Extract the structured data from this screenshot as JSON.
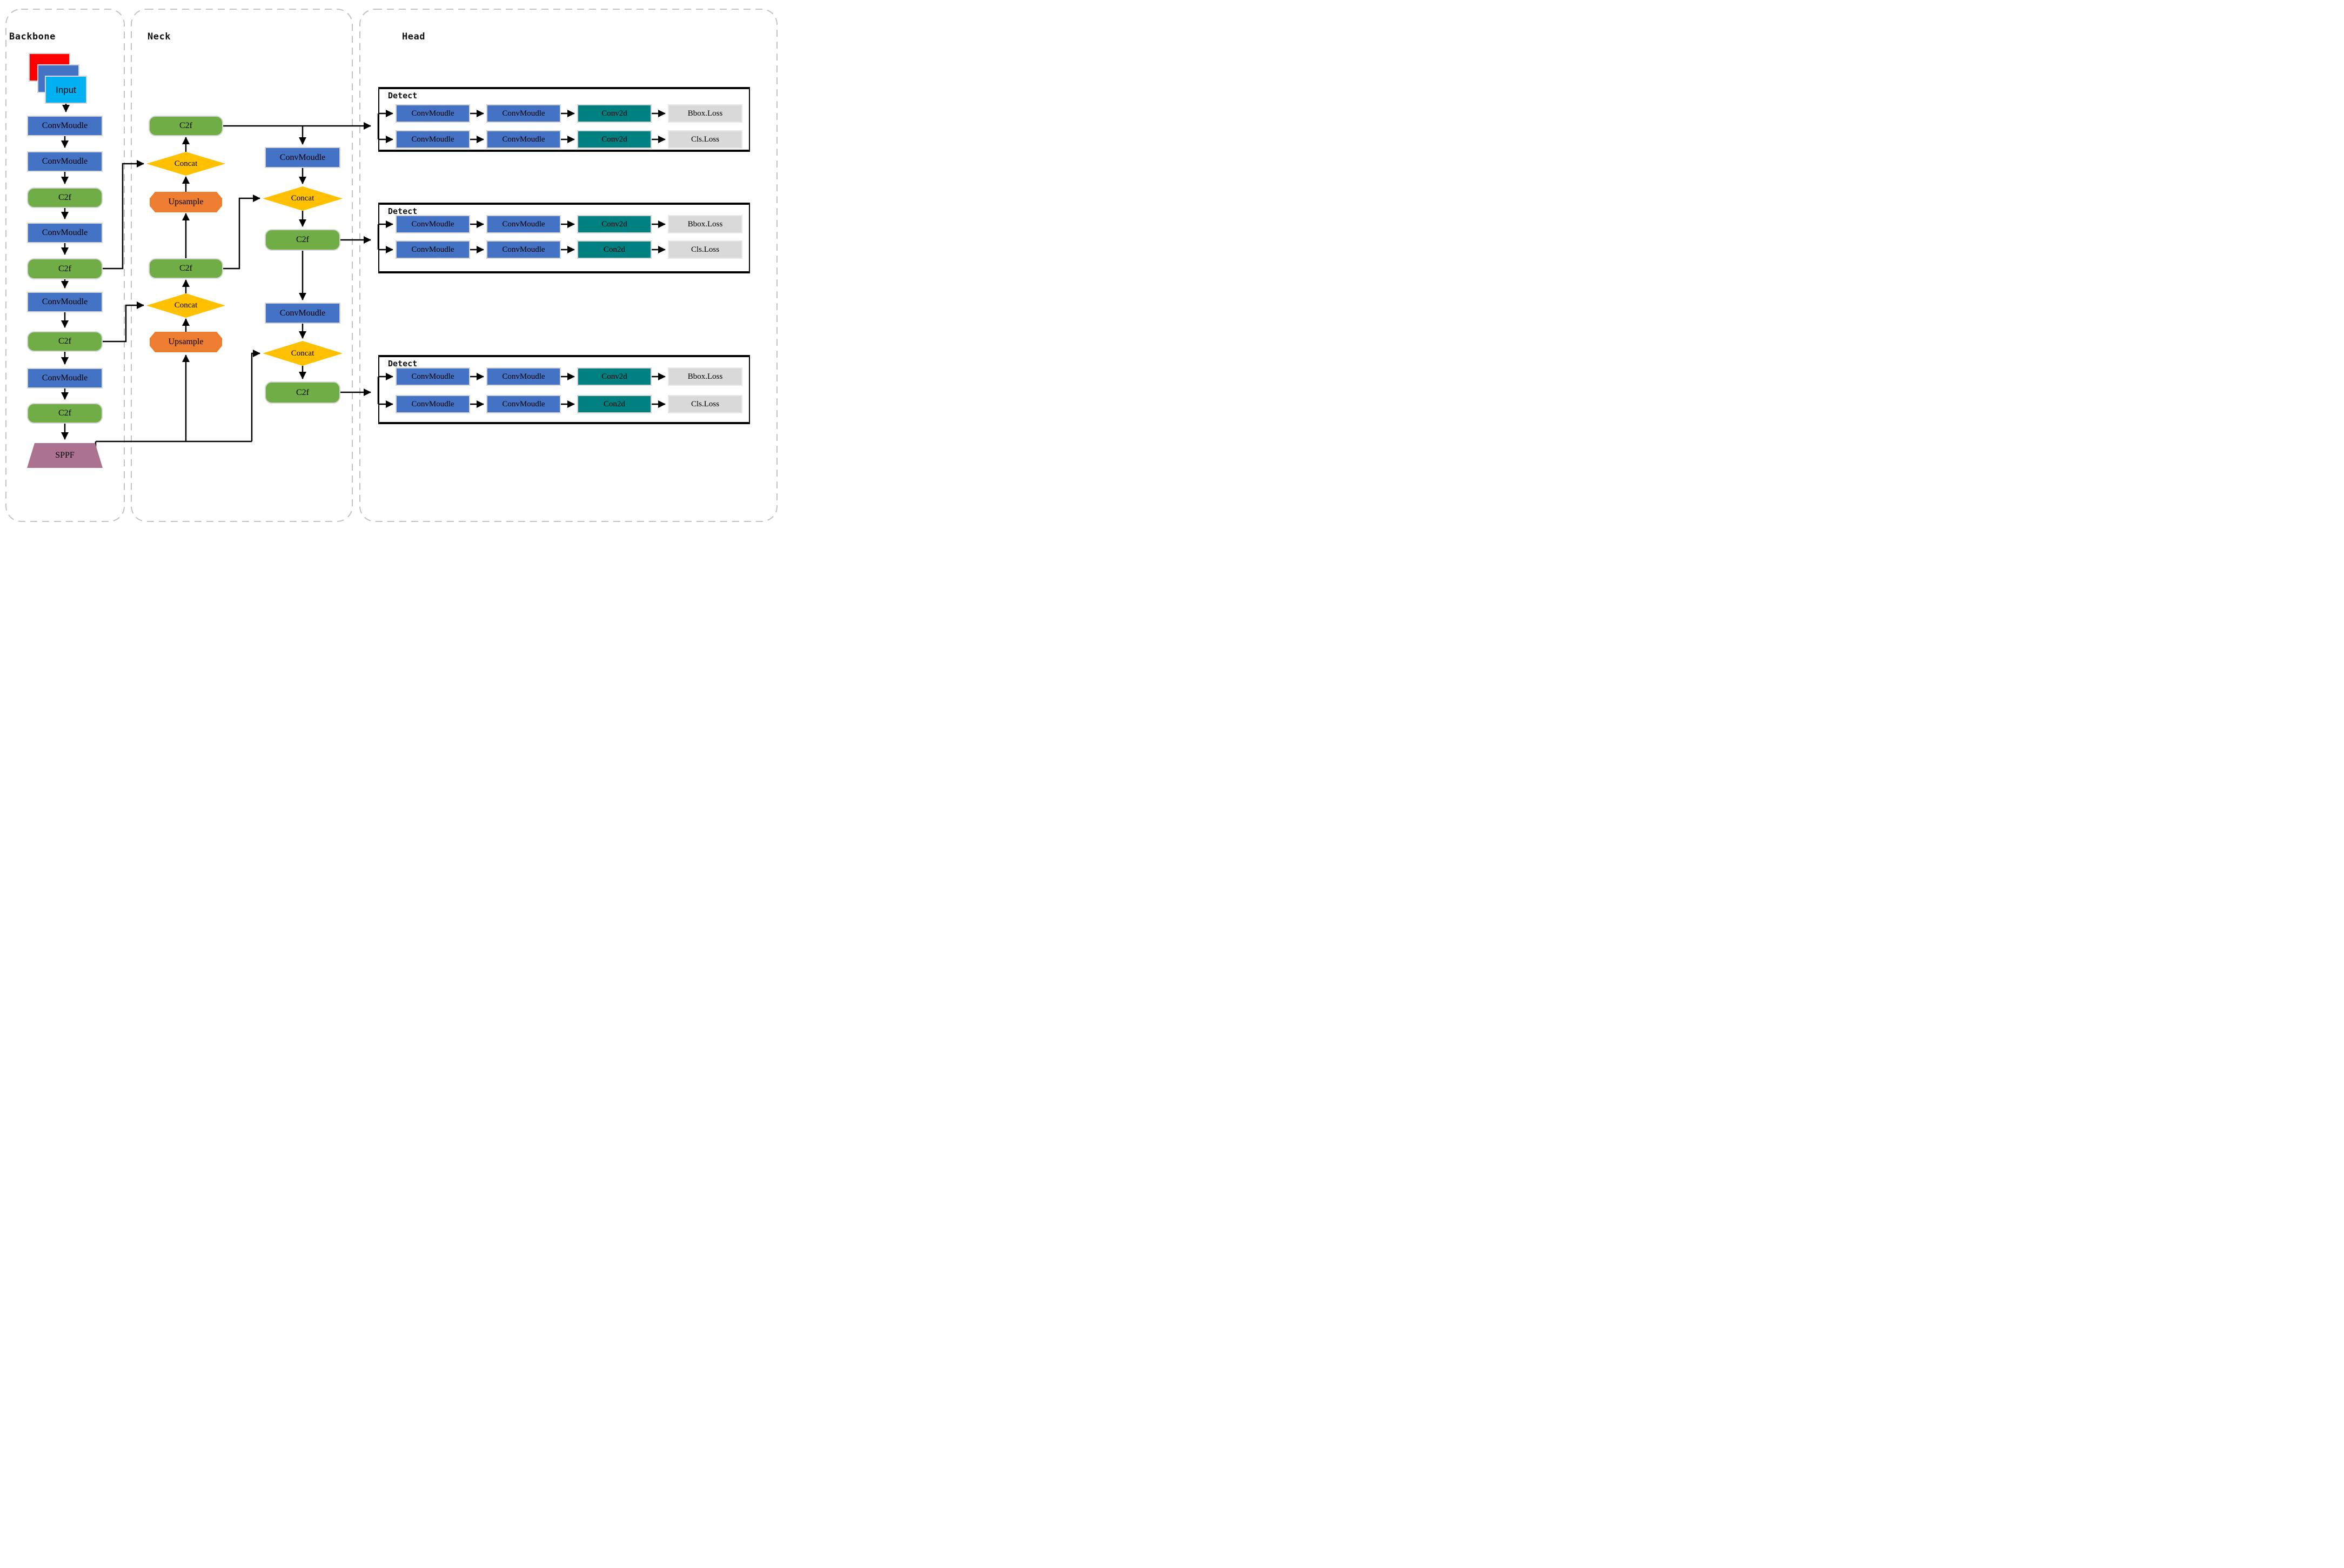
{
  "sections": {
    "backbone": {
      "label": "Backbone"
    },
    "neck": {
      "label": "Neck"
    },
    "head": {
      "label": "Head"
    }
  },
  "backbone": {
    "input_label": "Input",
    "blocks": [
      "ConvMoudle",
      "ConvMoudle",
      "C2f",
      "ConvMoudle",
      "C2f",
      "ConvMoudle",
      "C2f",
      "ConvMoudle",
      "C2f",
      "SPPF"
    ]
  },
  "neck": {
    "left_column": [
      "C2f",
      "Concat",
      "Upsample",
      "C2f",
      "Concat",
      "Upsample"
    ],
    "middle_column": [
      "ConvMoudle",
      "Concat",
      "C2f",
      "ConvMoudle",
      "Concat",
      "C2f"
    ]
  },
  "head": {
    "detects": [
      {
        "label": "Detect",
        "rows": [
          [
            "ConvMoudle",
            "ConvMoudle",
            "Conv2d",
            "Bbox.Loss"
          ],
          [
            "ConvMoudle",
            "ConvMoudle",
            "Conv2d",
            "Cls.Loss"
          ]
        ]
      },
      {
        "label": "Detect",
        "rows": [
          [
            "ConvMoudle",
            "ConvMoudle",
            "Conv2d",
            "Bbox.Loss"
          ],
          [
            "ConvMoudle",
            "ConvMoudle",
            "Con2d",
            "Cls.Loss"
          ]
        ]
      },
      {
        "label": "Detect",
        "rows": [
          [
            "ConvMoudle",
            "ConvMoudle",
            "Conv2d",
            "Bbox.Loss"
          ],
          [
            "ConvMoudle",
            "ConvMoudle",
            "Con2d",
            "Cls.Loss"
          ]
        ]
      }
    ]
  },
  "colors": {
    "conv_blue": "#4472C4",
    "c2f_green": "#70AD47",
    "concat_yellow": "#FFC000",
    "upsample_orange": "#ED7D31",
    "sppf_mauve": "#AB7390",
    "conv2d_teal": "#008080",
    "loss_gray": "#D9D9D9",
    "input_cyan": "#00B0F0",
    "input_red": "#FF0000",
    "line_black": "#000000",
    "panel_dash_gray": "#C3C3C3"
  }
}
